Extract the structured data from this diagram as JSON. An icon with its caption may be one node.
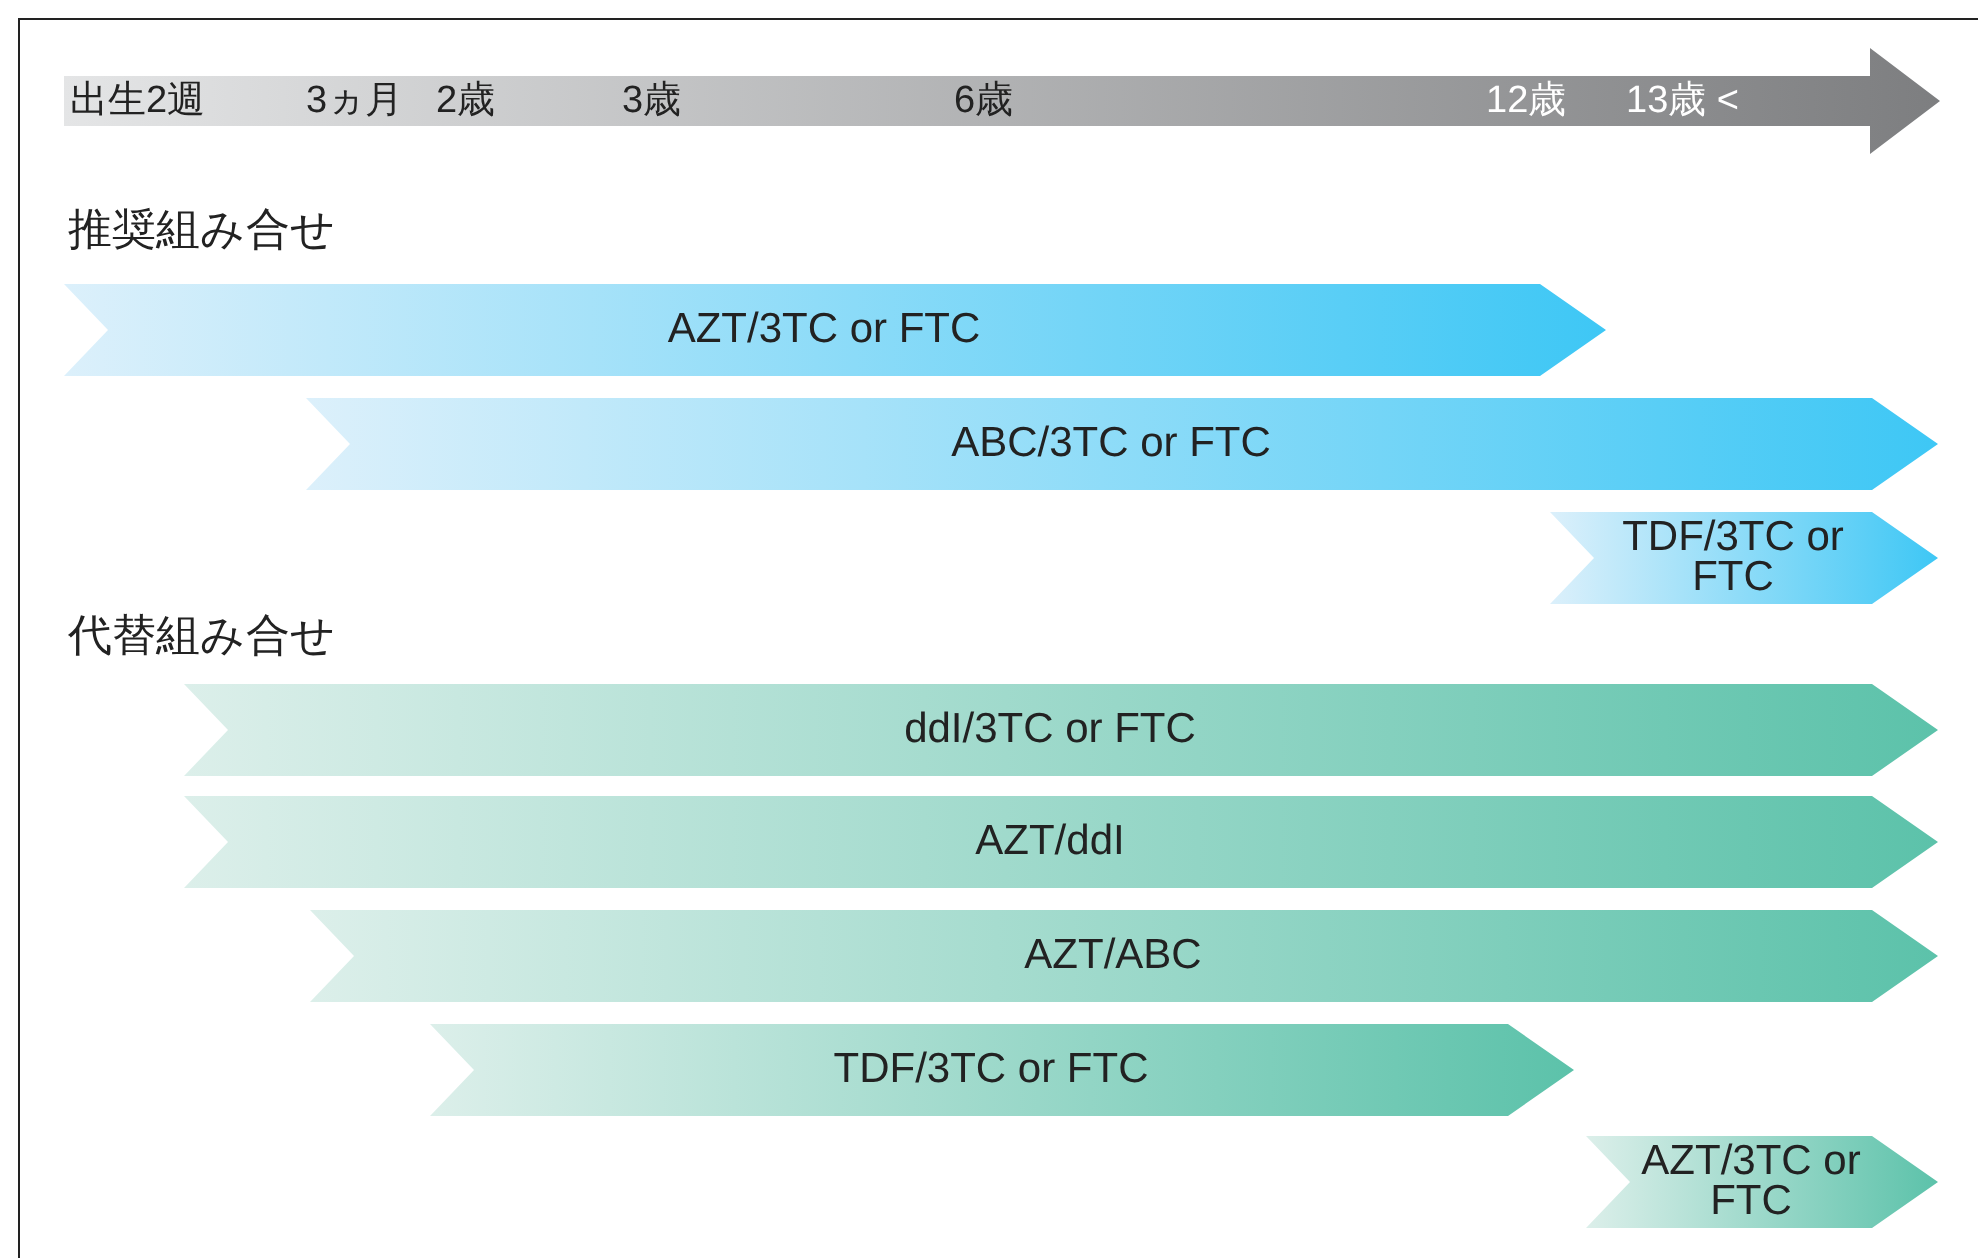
{
  "diagram": {
    "nodes": [
      {
        "text": [
          "出生2週",
          "3ヵ月",
          "2歳",
          "3歳",
          "6歳",
          "12歳",
          "13歳 <"
        ]
      },
      {
        "text": [
          "AZT/3TC or FTC"
        ]
      },
      {
        "text": [
          "ABC/3TC or FTC"
        ]
      },
      {
        "text": [
          "TDF/3TC or FTC"
        ]
      },
      {
        "text": [
          "ddI/3TC or FTC"
        ]
      },
      {
        "text": [
          "AZT/ddI"
        ]
      },
      {
        "text": [
          "AZT/ABC"
        ]
      },
      {
        "text": [
          "TDF/3TC or FTC"
        ]
      },
      {
        "text": [
          "AZT/3TC or FTC"
        ]
      }
    ],
    "labels": [
      "推奨組み合せ",
      "代替組み合せ"
    ]
  }
}
